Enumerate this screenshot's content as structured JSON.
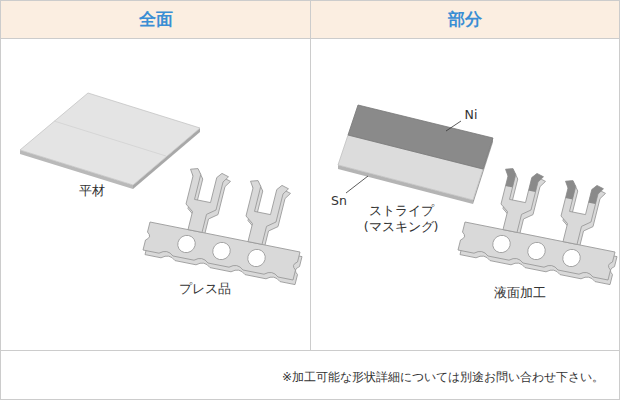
{
  "diagram": {
    "nodes": [
      {
        "text": [
          "全面"
        ]
      },
      {
        "text": [
          "部分"
        ]
      }
    ],
    "labels": [
      "平材",
      "プレス品",
      "Ni",
      "Sn",
      "ストライプ (マスキング)",
      "液面加工",
      "※加工可能な形状詳細については別途お問い合わせ下さい。"
    ]
  }
}
